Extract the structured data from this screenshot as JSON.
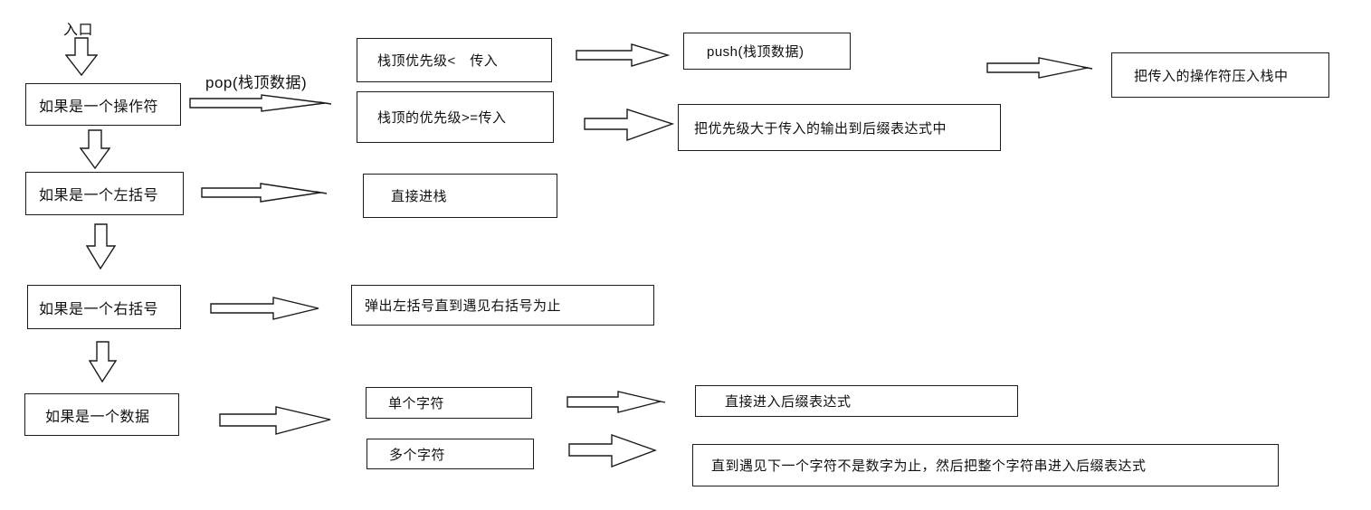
{
  "canvas": {
    "background": "#ffffff",
    "line_color": "#1b1b1b"
  },
  "diagram": {
    "type": "flowchart",
    "topic": "infix-to-postfix stack algorithm",
    "labels": {
      "entry": "入口",
      "pop_edge": "pop(栈顶数据)",
      "operator": "如果是一个操作符",
      "stack_top_lt": "栈顶优先级<　传入",
      "stack_top_ge": "栈顶的优先级>=传入",
      "push_top": "push(栈顶数据)",
      "output_higher": "把优先级大于传入的输出到后缀表达式中",
      "push_incoming": "把传入的操作符压入栈中",
      "left_paren": "如果是一个左括号",
      "push_direct": "直接进栈",
      "right_paren": "如果是一个右括号",
      "pop_until_right": "弹出左括号直到遇见右括号为止",
      "data_item": "如果是一个数据",
      "single_char": "单个字符",
      "multi_char": "多个字符",
      "direct_postfix": "直接进入后缀表达式",
      "until_non_digit": "直到遇见下一个字符不是数字为止，然后把整个字符串进入后缀表达式"
    },
    "edges": [
      {
        "from": "entry",
        "to": "operator"
      },
      {
        "from": "operator",
        "to": "stack_top_lt",
        "label": "pop(栈顶数据)"
      },
      {
        "from": "operator",
        "to": "stack_top_ge",
        "label": "pop(栈顶数据)"
      },
      {
        "from": "stack_top_lt",
        "to": "push_top"
      },
      {
        "from": "stack_top_ge",
        "to": "output_higher"
      },
      {
        "from": "push_top",
        "to": "push_incoming"
      },
      {
        "from": "operator",
        "to": "left_paren"
      },
      {
        "from": "left_paren",
        "to": "push_direct"
      },
      {
        "from": "left_paren",
        "to": "right_paren"
      },
      {
        "from": "right_paren",
        "to": "pop_until_right"
      },
      {
        "from": "right_paren",
        "to": "data_item"
      },
      {
        "from": "data_item",
        "to": "single_char"
      },
      {
        "from": "data_item",
        "to": "multi_char"
      },
      {
        "from": "single_char",
        "to": "direct_postfix"
      },
      {
        "from": "multi_char",
        "to": "until_non_digit"
      }
    ]
  }
}
